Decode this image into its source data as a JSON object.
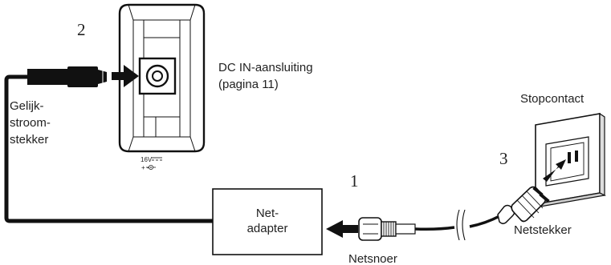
{
  "steps": {
    "one": "1",
    "two": "2",
    "three": "3"
  },
  "labels": {
    "dc_in_line1": "DC IN-aansluiting",
    "dc_in_line2": "(pagina 11)",
    "dc_plug_line1": "Gelijk-",
    "dc_plug_line2": "stroom-",
    "dc_plug_line3": "stekker",
    "adapter_line1": "Net-",
    "adapter_line2": "adapter",
    "power_cord": "Netsnoer",
    "wall_outlet": "Stopcontact",
    "ac_plug": "Netstekker"
  },
  "rating": {
    "voltage": "16V",
    "polarity": "+ -"
  }
}
